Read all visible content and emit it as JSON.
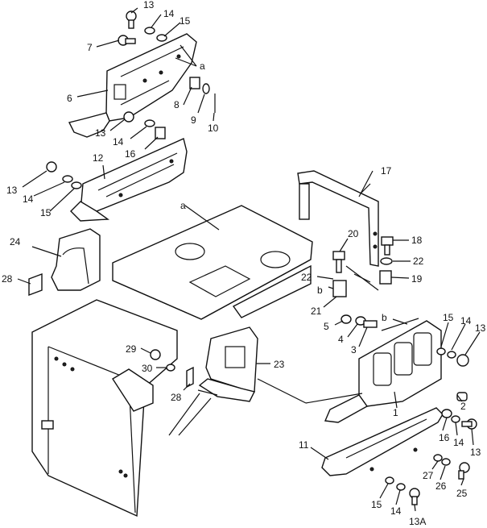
{
  "diagram": {
    "callouts": [
      {
        "id": "c13_top",
        "text": "13"
      },
      {
        "id": "c14_top",
        "text": "14"
      },
      {
        "id": "c15_top",
        "text": "15"
      },
      {
        "id": "c7",
        "text": "7"
      },
      {
        "id": "c_a_top",
        "text": "a"
      },
      {
        "id": "c6",
        "text": "6"
      },
      {
        "id": "c8",
        "text": "8"
      },
      {
        "id": "c9",
        "text": "9"
      },
      {
        "id": "c10",
        "text": "10"
      },
      {
        "id": "c13_mid",
        "text": "13"
      },
      {
        "id": "c14_mid",
        "text": "14"
      },
      {
        "id": "c16_mid",
        "text": "16"
      },
      {
        "id": "c12",
        "text": "12"
      },
      {
        "id": "c13_left",
        "text": "13"
      },
      {
        "id": "c14_left",
        "text": "14"
      },
      {
        "id": "c15_left",
        "text": "15"
      },
      {
        "id": "c_a_mid",
        "text": "a"
      },
      {
        "id": "c17",
        "text": "17"
      },
      {
        "id": "c24",
        "text": "24"
      },
      {
        "id": "c28_left",
        "text": "28"
      },
      {
        "id": "c20",
        "text": "20"
      },
      {
        "id": "c18",
        "text": "18"
      },
      {
        "id": "c22_right",
        "text": "22"
      },
      {
        "id": "c22_left",
        "text": "22"
      },
      {
        "id": "c19",
        "text": "19"
      },
      {
        "id": "c_b_mid",
        "text": "b"
      },
      {
        "id": "c21",
        "text": "21"
      },
      {
        "id": "c_b_right",
        "text": "b"
      },
      {
        "id": "c5",
        "text": "5"
      },
      {
        "id": "c4",
        "text": "4"
      },
      {
        "id": "c3",
        "text": "3"
      },
      {
        "id": "c15_right",
        "text": "15"
      },
      {
        "id": "c14_right",
        "text": "14"
      },
      {
        "id": "c13_right",
        "text": "13"
      },
      {
        "id": "c29",
        "text": "29"
      },
      {
        "id": "c30",
        "text": "30"
      },
      {
        "id": "c23",
        "text": "23"
      },
      {
        "id": "c28_bottom",
        "text": "28"
      },
      {
        "id": "c2",
        "text": "2"
      },
      {
        "id": "c1",
        "text": "1"
      },
      {
        "id": "c11",
        "text": "11"
      },
      {
        "id": "c16_right",
        "text": "16"
      },
      {
        "id": "c14_low",
        "text": "14"
      },
      {
        "id": "c13_low",
        "text": "13"
      },
      {
        "id": "c27",
        "text": "27"
      },
      {
        "id": "c26",
        "text": "26"
      },
      {
        "id": "c25",
        "text": "25"
      },
      {
        "id": "c15_bottom",
        "text": "15"
      },
      {
        "id": "c14_bottom",
        "text": "14"
      },
      {
        "id": "c13A",
        "text": "13A"
      }
    ]
  }
}
